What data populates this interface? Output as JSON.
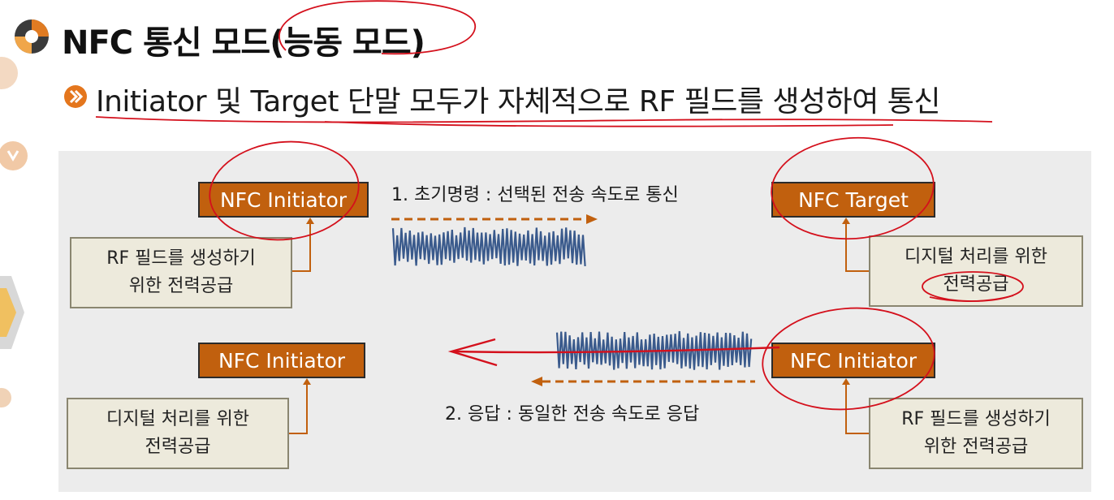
{
  "title": "NFC 통신 모드(능동 모드)",
  "subtitle": "Initiator 및 Target 단말 모두가 자체적으로 RF 필드를 생성하여 통신",
  "diagram": {
    "top_left": {
      "device": "NFC Initiator",
      "power_line1": "RF 필드를 생성하기",
      "power_line2": "위한 전력공급"
    },
    "top_right": {
      "device": "NFC Target",
      "power_line1": "디지털 처리를 위한",
      "power_line2": "전력공급"
    },
    "bottom_left": {
      "device": "NFC Initiator",
      "power_line1": "디지털 처리를 위한",
      "power_line2": "전력공급"
    },
    "bottom_right": {
      "device": "NFC Initiator",
      "power_line1": "RF 필드를 생성하기",
      "power_line2": "위한 전력공급"
    },
    "step1": "1. 초기명령 : 선택된 전송 속도로 통신",
    "step2": "2. 응답 : 동일한 전송 속도로 응답"
  },
  "colors": {
    "device_fill": "#c1600e",
    "info_fill": "#edeadc",
    "arrow": "#c1600e",
    "wave": "#3a5a8c",
    "annotation": "#d4101c",
    "panel": "#ececec"
  },
  "icons": [
    "title-logo-icon",
    "bullet-chevron-icon"
  ]
}
